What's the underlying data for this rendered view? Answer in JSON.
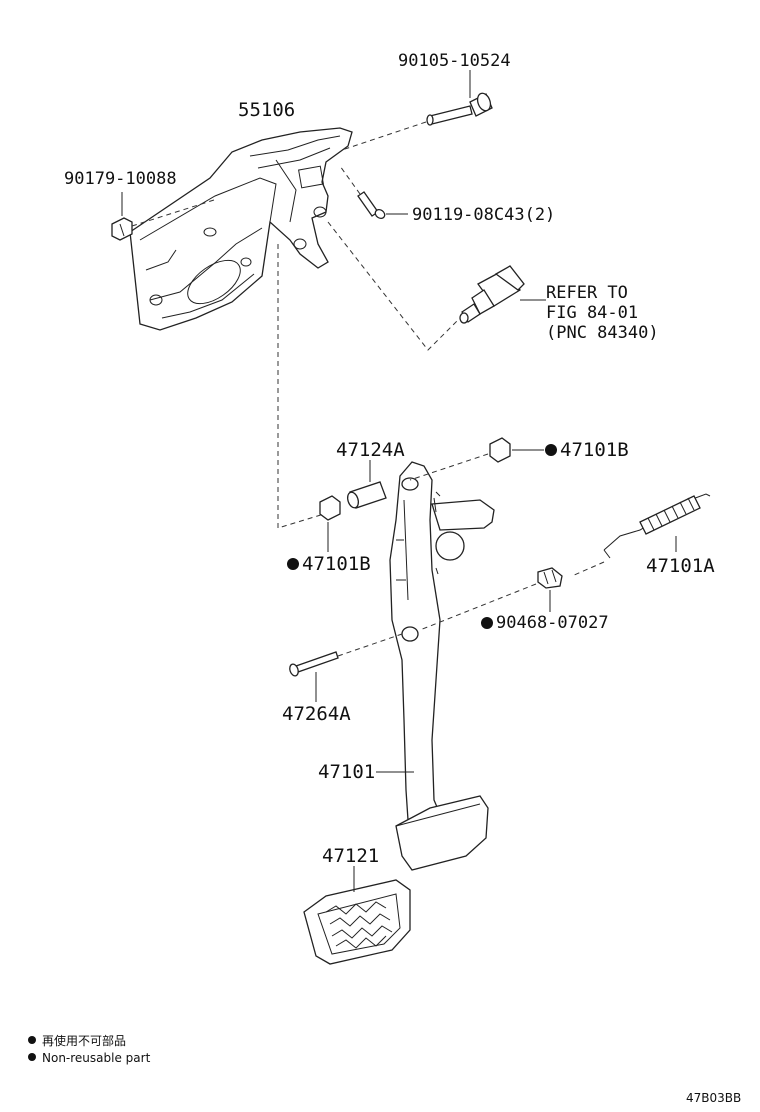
{
  "callouts": {
    "bracket": "55106",
    "bolt_top": "90105-10524",
    "nut_left": "90179-10088",
    "bolt_small": "90119-08C43(2)",
    "switch_ref_line1": "REFER TO",
    "switch_ref_line2": "FIG 84-01",
    "switch_ref_line3": "(PNC 84340)",
    "collar": "47124A",
    "bushing_right": "47101B",
    "bushing_left": "47101B",
    "spring": "47101A",
    "clip": "90468-07027",
    "pin": "47264A",
    "pedal_arm": "47101",
    "pedal_pad": "47121"
  },
  "legend": {
    "line_ja": "再使用不可部品",
    "line_en": "Non-reusable part"
  },
  "figure_id": "47B03BB",
  "icons": {
    "non_reusable_marker": "filled-circle"
  }
}
